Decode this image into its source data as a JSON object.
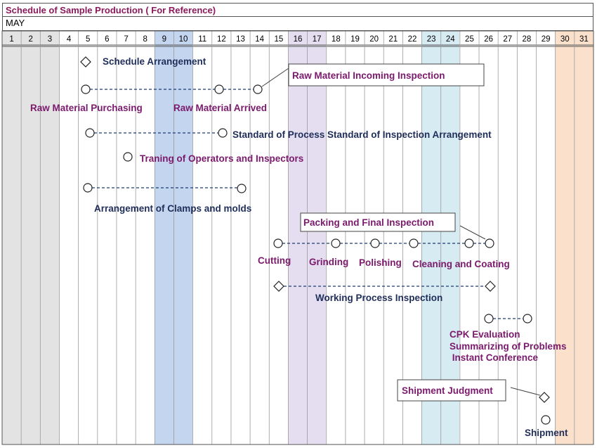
{
  "header": {
    "title": "Schedule of Sample Production ( For Reference)",
    "month": "MAY"
  },
  "days": [
    "1",
    "2",
    "3",
    "4",
    "5",
    "6",
    "7",
    "8",
    "9",
    "10",
    "11",
    "12",
    "13",
    "14",
    "15",
    "16",
    "17",
    "18",
    "19",
    "20",
    "21",
    "22",
    "23",
    "24",
    "25",
    "26",
    "27",
    "28",
    "29",
    "30",
    "31"
  ],
  "colors": {
    "title": "#8a1a5c",
    "purple_label": "#7b1a6c",
    "navy_label": "#1f2e5a",
    "grey_band": "#e3e3e3",
    "blue_band": "#c4d6ef",
    "lavender_band": "#e4def0",
    "cyan_band": "#d7ebf3",
    "peach_band": "#fbe1cc",
    "dash_line": "#1f3b74"
  },
  "labels": {
    "schedule_arrangement": "Schedule Arrangement",
    "raw_material_purchasing": "Raw Material Purchasing",
    "raw_material_arrived": "Raw Material Arrived",
    "raw_material_incoming_inspection": "Raw Material Incoming Inspection",
    "standard_arrangement": "Standard of Process Standard of Inspection Arrangement",
    "training": "Traning of Operators and Inspectors",
    "clamps_molds": "Arrangement of Clamps and molds",
    "packing_final_inspection": "Packing and Final Inspection",
    "cutting": "Cutting",
    "grinding": "Grinding",
    "polishing": "Polishing",
    "cleaning_coating": "Cleaning and Coating",
    "working_process_inspection": "Working Process Inspection",
    "cpk_evaluation": "CPK Evaluation",
    "summarizing_problems": "Summarizing of Problems",
    "instant_conference": " Instant Conference",
    "shipment_judgment": "Shipment Judgment",
    "shipment": "Shipment"
  }
}
